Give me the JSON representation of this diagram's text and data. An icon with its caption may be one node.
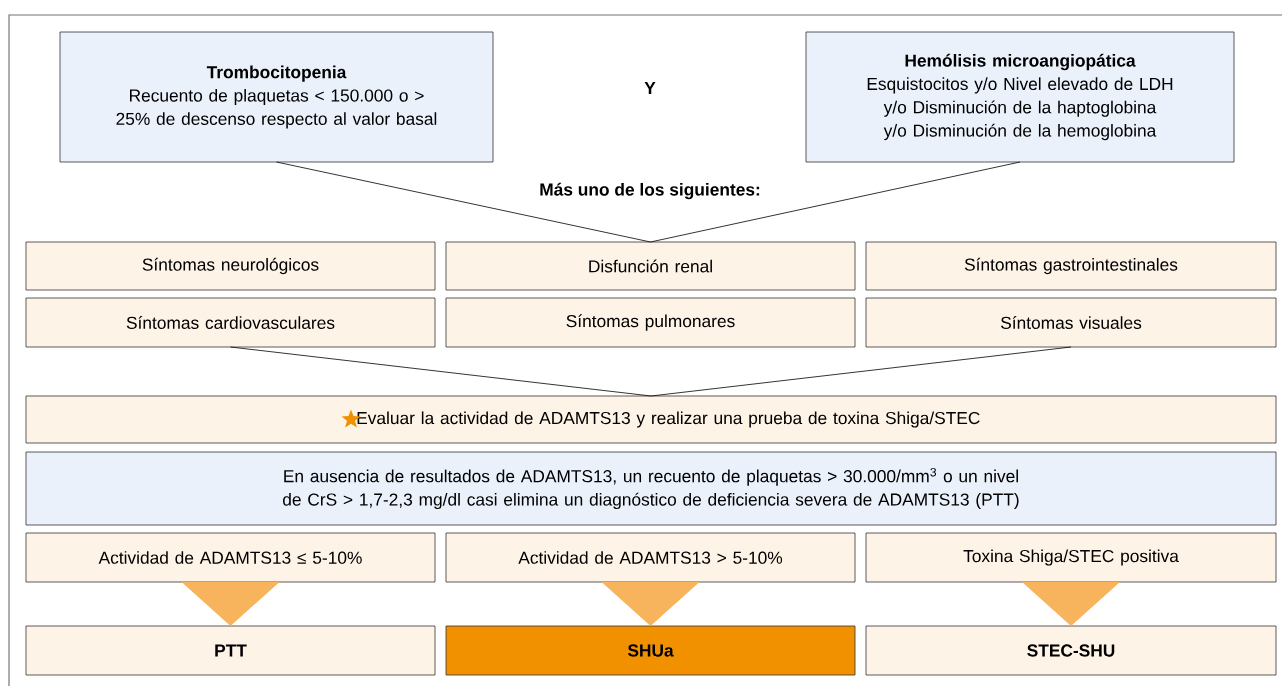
{
  "diagram": {
    "nodes": [
      {
        "text": [
          "Trombocitopenia",
          "Recuento de plaquetas < 150.000 o > 25% de descenso respecto al valor basal"
        ]
      },
      {
        "text": [
          "Hemólisis microangiopática",
          "Esquistocitos y/o Nivel elevado de LDH y/o Disminución de la haptoglobina y/o Disminución de la hemoglobina"
        ]
      },
      {
        "text": [
          "Síntomas neurológicos"
        ]
      },
      {
        "text": [
          "Disfunción renal"
        ]
      },
      {
        "text": [
          "Síntomas gastrointestinales"
        ]
      },
      {
        "text": [
          "Síntomas cardiovasculares"
        ]
      },
      {
        "text": [
          "Síntomas pulmonares"
        ]
      },
      {
        "text": [
          "Síntomas visuales"
        ]
      },
      {
        "text": [
          "Evaluar la actividad de ADAMTS13 y realizar una prueba de toxina Shiga/STEC"
        ]
      },
      {
        "text": [
          "En ausencia de resultados de ADAMTS13, un recuento de plaquetas > 30.000/mm$^{3}$ o un nivel de CrS > 1,7-2,3 mg/dl casi elimina un diagnóstico de deficiencia severa de ADAMTS13 (PTT)"
        ]
      },
      {
        "text": [
          "Actividad de ADAMTS13 ≤ 5-10%"
        ]
      },
      {
        "text": [
          "Actividad de ADAMTS13 > 5-10%"
        ]
      },
      {
        "text": [
          "Toxina Shiga/STEC positiva"
        ]
      },
      {
        "text": [
          "PTT"
        ]
      },
      {
        "text": [
          "SHUa"
        ]
      },
      {
        "text": [
          "STEC-SHU"
        ]
      }
    ],
    "edges": [
      {
        "from": 0,
        "to": 3,
        "arrow": "none"
      },
      {
        "from": 1,
        "to": 3,
        "arrow": "none"
      },
      {
        "from": 5,
        "to": 8,
        "arrow": "none"
      },
      {
        "from": 7,
        "to": 8,
        "arrow": "none"
      },
      {
        "from": 10,
        "to": 13,
        "arrow": "to",
        "color": "#f8b45c"
      },
      {
        "from": 11,
        "to": 14,
        "arrow": "to",
        "color": "#f8b45c"
      },
      {
        "from": 12,
        "to": 15,
        "arrow": "to",
        "color": "#f8b45c"
      }
    ],
    "labels": [
      "Y",
      "Más uno de los siguientes:"
    ]
  }
}
